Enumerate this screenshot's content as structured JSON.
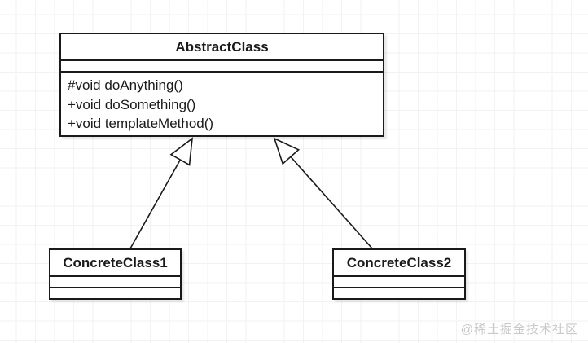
{
  "diagram": {
    "abstract_class": {
      "name": "AbstractClass",
      "attributes": [],
      "methods": [
        "#void doAnything()",
        "+void doSomething()",
        "+void templateMethod()"
      ]
    },
    "concrete_class_1": {
      "name": "ConcreteClass1",
      "attributes": [],
      "methods": []
    },
    "concrete_class_2": {
      "name": "ConcreteClass2",
      "attributes": [],
      "methods": []
    },
    "relationships": [
      {
        "from": "ConcreteClass1",
        "to": "AbstractClass",
        "type": "generalization"
      },
      {
        "from": "ConcreteClass2",
        "to": "AbstractClass",
        "type": "generalization"
      }
    ]
  },
  "watermark": "@稀土掘金技术社区",
  "colors": {
    "stroke": "#1a1a1a",
    "box_fill": "#ffffff",
    "grid_line": "#f2f2f2",
    "watermark_text": "#c9c9c9"
  }
}
